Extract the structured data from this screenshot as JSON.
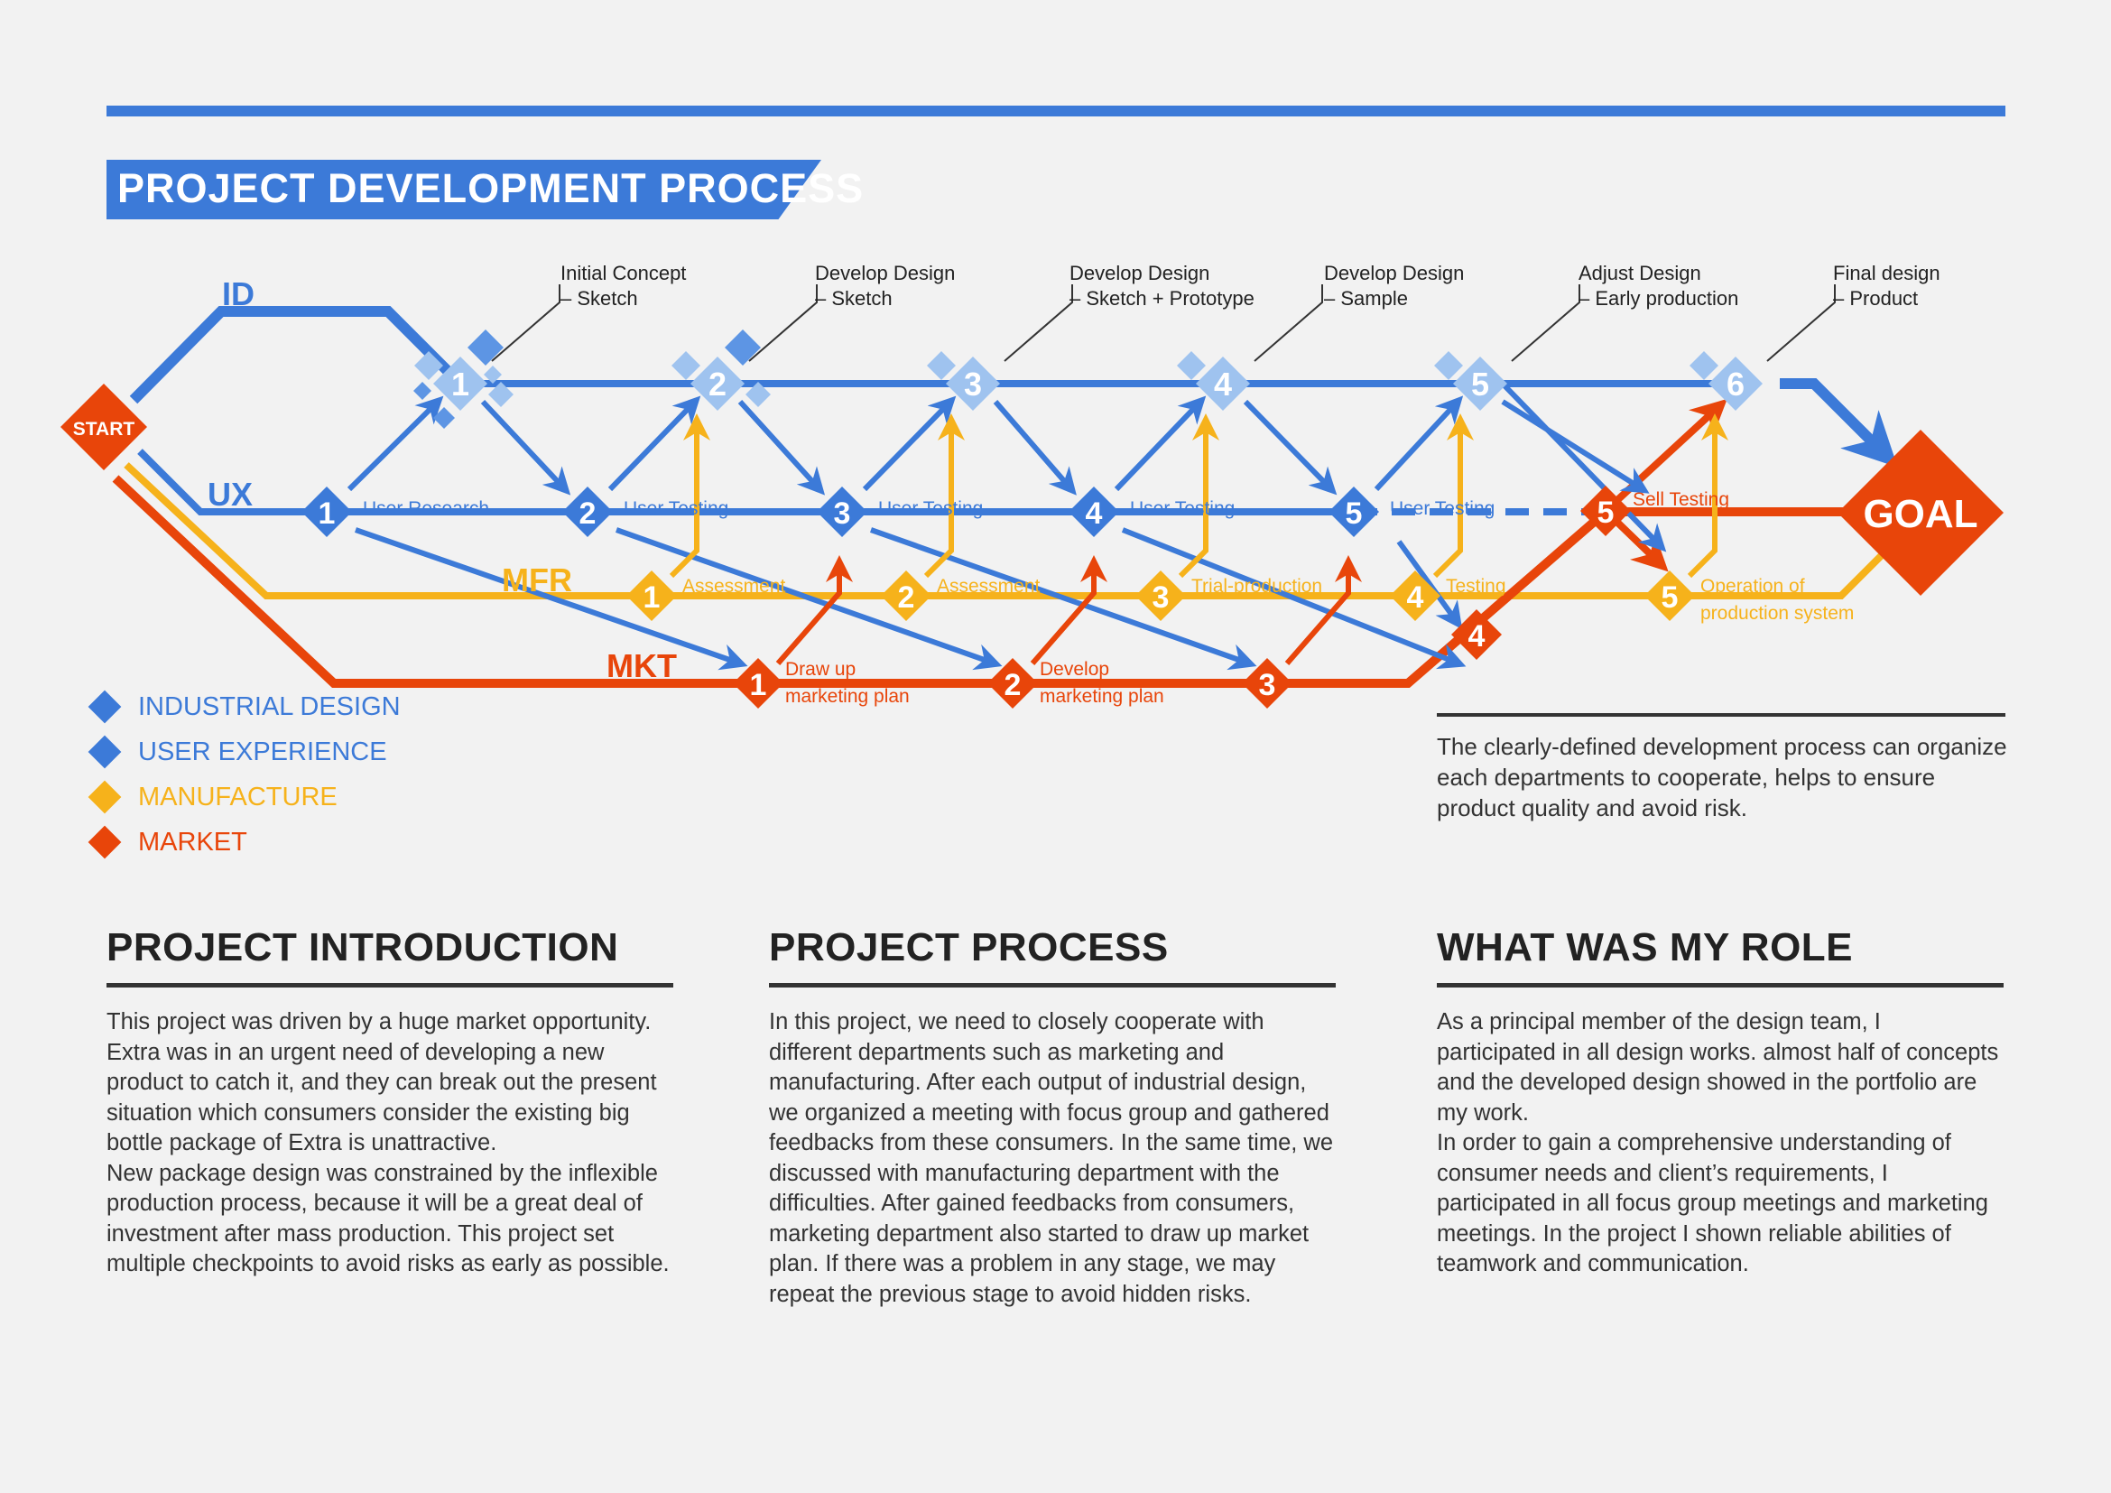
{
  "page_title": "PROJECT DEVELOPMENT PROCESS",
  "colors": {
    "id": "#3c7ad8",
    "ux": "#3c7ad8",
    "mfr": "#f6b21b",
    "mkt": "#e8450a",
    "id_node": "#9fc3ef",
    "text": "#222222",
    "background": "#f2f2f2"
  },
  "diagram": {
    "start": "START",
    "goal": "GOAL",
    "lanes": {
      "id": "ID",
      "ux": "UX",
      "mfr": "MFR",
      "mkt": "MKT"
    },
    "id_stages": [
      {
        "num": "1",
        "title": "Initial Concept",
        "sub": "– Sketch"
      },
      {
        "num": "2",
        "title": "Develop Design",
        "sub": "– Sketch"
      },
      {
        "num": "3",
        "title": "Develop Design",
        "sub": "– Sketch + Prototype"
      },
      {
        "num": "4",
        "title": "Develop Design",
        "sub": "– Sample"
      },
      {
        "num": "5",
        "title": "Adjust Design",
        "sub": "– Early production"
      },
      {
        "num": "6",
        "title": "Final design",
        "sub": "– Product"
      }
    ],
    "ux_nodes": [
      {
        "num": "1",
        "label": "User Research"
      },
      {
        "num": "2",
        "label": "User Testing"
      },
      {
        "num": "3",
        "label": "User Testing"
      },
      {
        "num": "4",
        "label": "User Testing"
      },
      {
        "num": "5",
        "label": "User Testing"
      }
    ],
    "mfr_nodes": [
      {
        "num": "1",
        "label": "Assessment"
      },
      {
        "num": "2",
        "label": "Assessment"
      },
      {
        "num": "3",
        "label": "Trial-production"
      },
      {
        "num": "4",
        "label": "Testing"
      },
      {
        "num": "5",
        "label": "Operation of",
        "label2": "production system"
      }
    ],
    "mkt_nodes": [
      {
        "num": "1",
        "label": "Draw up",
        "label2": "marketing plan"
      },
      {
        "num": "2",
        "label": "Develop",
        "label2": "marketing plan"
      },
      {
        "num": "3"
      },
      {
        "num": "4"
      },
      {
        "num": "5",
        "label": "Sell Testing"
      }
    ]
  },
  "legend": [
    {
      "label": "INDUSTRIAL DESIGN",
      "color": "#3c7ad8"
    },
    {
      "label": "USER EXPERIENCE",
      "color": "#3c7ad8"
    },
    {
      "label": "MANUFACTURE",
      "color": "#f6b21b"
    },
    {
      "label": "MARKET",
      "color": "#e8450a"
    }
  ],
  "summary": "The clearly-defined development process can organize each departments to cooperate, helps to ensure product quality and avoid risk.",
  "sections": [
    {
      "heading": "PROJECT INTRODUCTION",
      "body": "This project was driven by a huge market opportunity. Extra was in an urgent need of developing a new product to catch it, and they can break out the present situation which consumers consider the existing big bottle package of Extra is unattractive.\nNew package design was constrained by the inflexible production process, because it will be a great deal of investment after mass production. This project set multiple checkpoints to avoid risks as early as possible."
    },
    {
      "heading": "PROJECT PROCESS",
      "body": "In this project, we need to closely cooperate with different departments such as marketing and manufacturing. After each output of industrial design, we organized a meeting with focus group and gathered feedbacks from these consumers. In the same time, we discussed with manufacturing department with the difficulties. After gained feedbacks from consumers, marketing department also started to draw up market plan. If there was a problem in any stage, we may repeat the previous stage to avoid hidden risks."
    },
    {
      "heading": "WHAT WAS MY ROLE",
      "body": "As a principal member of the design team, I participated in all design works. almost half of concepts and the developed design showed in the portfolio are my work.\nIn order to gain a comprehensive understanding of consumer needs and client’s requirements, I participated in all focus group meetings and marketing meetings. In the project I shown reliable abilities of teamwork and communication."
    }
  ]
}
